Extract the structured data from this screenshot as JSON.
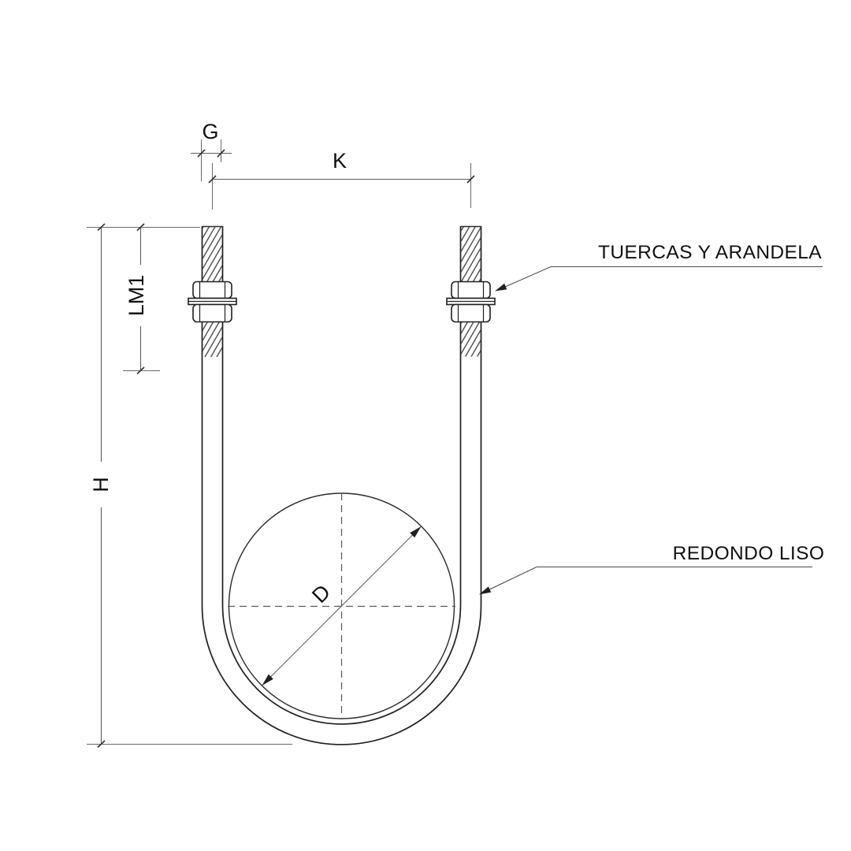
{
  "dimensions": {
    "g": "G",
    "k": "K",
    "lm1": "LM1",
    "h": "H",
    "d": "D"
  },
  "callouts": {
    "nuts_washer": "TUERCAS Y ARANDELA",
    "plain_round": "REDONDO LISO"
  },
  "colors": {
    "background": "#ffffff",
    "outline": "#1f1f1f",
    "dimension_line": "#5f5f5f",
    "centerline": "#585858",
    "text": "#111111"
  }
}
